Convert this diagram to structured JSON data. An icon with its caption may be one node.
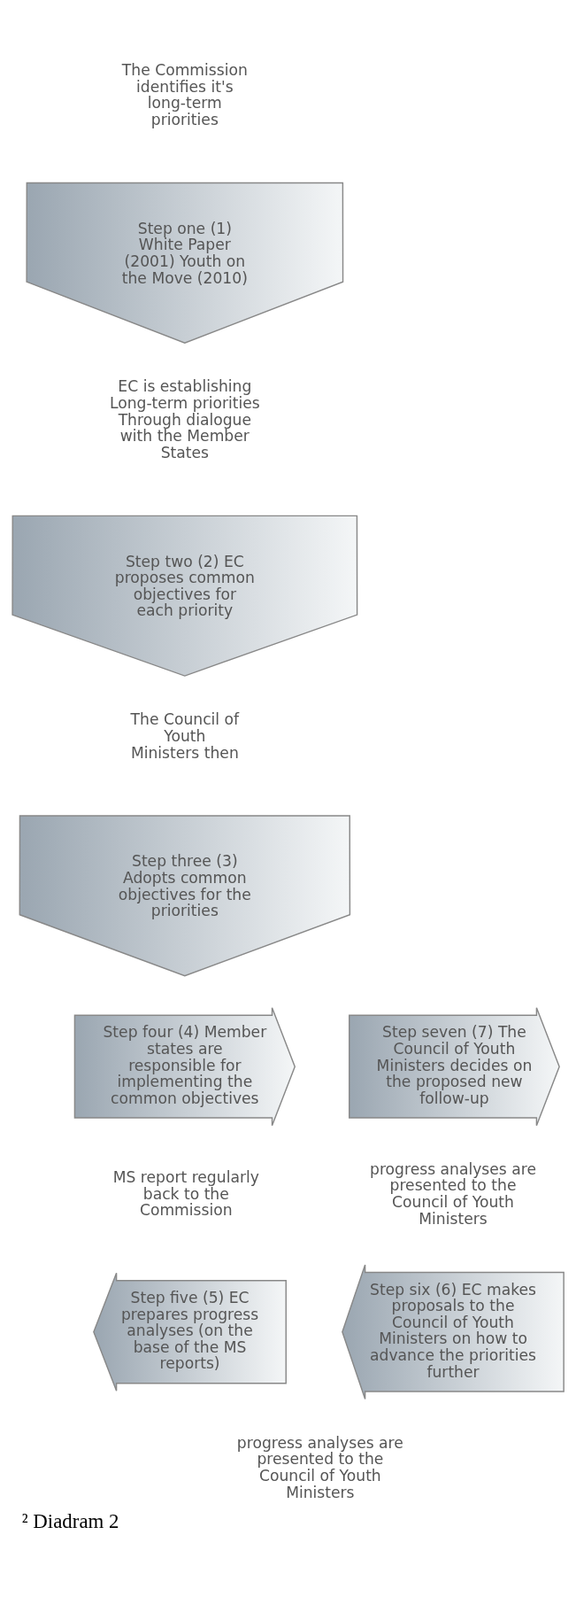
{
  "diagram": {
    "caption": "² Diadram 2",
    "nodes": [
      {
        "text": [
          "The Commission identifies it's long-term priorities"
        ]
      },
      {
        "text": [
          "Step one (1) White Paper (2001) Youth on the Move (2010)"
        ]
      },
      {
        "text": [
          "EC is establishing Long-term priorities Through dialogue with the Member States"
        ]
      },
      {
        "text": [
          "Step two (2) EC proposes common objectives for each priority"
        ]
      },
      {
        "text": [
          "The Council of Youth Ministers then"
        ]
      },
      {
        "text": [
          "Step three (3) Adopts common objectives for the priorities"
        ]
      },
      {
        "text": [
          "Step seven (7) The Council of Youth Ministers decides on the proposed new follow-up"
        ]
      },
      {
        "text": [
          "Step four (4) Member states are responsible for implementing the common objectives"
        ]
      },
      {
        "text": [
          "MS report regularly back to the Commission"
        ]
      },
      {
        "text": [
          "progress analyses are presented to the Council of Youth Ministers"
        ]
      },
      {
        "text": [
          "Step six (6) EC makes proposals to the Council of Youth Ministers on how to advance the priorities further"
        ]
      },
      {
        "text": [
          "Step five (5) EC prepares progress analyses (on the base of the MS reports)"
        ]
      },
      {
        "text": [
          "progress analyses are presented to the Council of Youth Ministers"
        ]
      }
    ]
  }
}
